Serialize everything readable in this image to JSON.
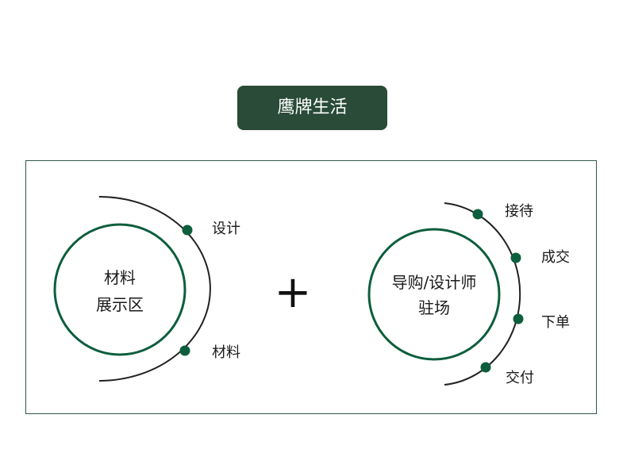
{
  "title": "鹰牌生活",
  "left": {
    "center_lines": [
      "材料",
      "展示区"
    ],
    "steps": [
      "设计",
      "材料"
    ]
  },
  "operator": "+",
  "right": {
    "center_lines": [
      "导购/设计师",
      "驻场"
    ],
    "steps": [
      "接待",
      "成交",
      "下单",
      "交付"
    ]
  },
  "colors": {
    "badge_bg": "#294b38",
    "accent_green": "#0d5e3d",
    "arc_stroke": "#222222",
    "frame_border": "#2e5a43"
  }
}
